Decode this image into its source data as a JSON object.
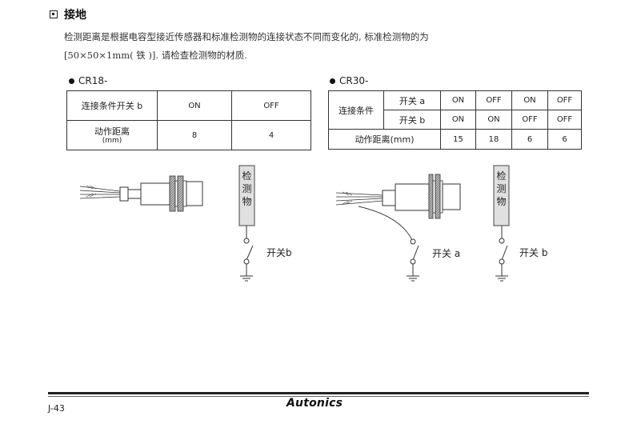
{
  "section": {
    "title": "接地",
    "line1": "检测距离是根据电容型接近传感器和标准检测物的连接状态不同而变化的, 标准检测物的为",
    "line2": "[50×50×1mm( 铁 )]. 请检查检测物的材质."
  },
  "cr18": {
    "model": "CR18-",
    "row1_label": "连接条件开关 b",
    "row1_values": [
      "ON",
      "OFF"
    ],
    "row2_label": "动作距离",
    "row2_unit": "(mm)",
    "row2_values": [
      "8",
      "4"
    ]
  },
  "cr30": {
    "model": "CR30-",
    "group_label": "连接条件",
    "switch_a_label": "开关 a",
    "switch_b_label": "开关 b",
    "switch_a_values": [
      "ON",
      "OFF",
      "ON",
      "OFF"
    ],
    "switch_b_values": [
      "ON",
      "ON",
      "OFF",
      "OFF"
    ],
    "distance_label": "动作距离(mm)",
    "distance_values": [
      "15",
      "18",
      "6",
      "6"
    ]
  },
  "diagrams": {
    "target_label": "检测物",
    "left_switch_label": "开关b",
    "right_switch_a_label": "开关 a",
    "right_switch_b_label": "开关 b"
  },
  "footer": {
    "page": "J-43",
    "brand": "Autonics"
  }
}
